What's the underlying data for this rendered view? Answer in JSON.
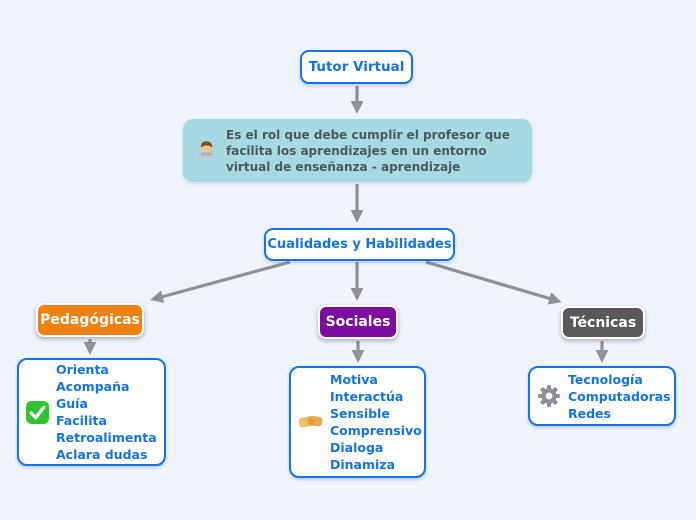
{
  "background_color": "#eff3fb",
  "colors": {
    "accent_blue": "#1473e6",
    "description_bg": "#a6d9e2",
    "description_text": "#4b5964",
    "connector_gray": "#909094",
    "check_green": "#2fc42f",
    "handshake_tan": "#eeb65e",
    "gear_gray": "#8b9096"
  },
  "root_node": {
    "label": "Tutor Virtual"
  },
  "description_node": {
    "icon": "technologist-emoji",
    "lines": [
      "Es el rol que debe cumplir el profesor que",
      "facilita los aprendizajes en un entorno",
      "virtual de enseñanza - aprendizaje"
    ]
  },
  "hub_node": {
    "label": "Cualidades y Habilidades"
  },
  "branches": [
    {
      "label": "Pedagógicas",
      "color": "#f0800f",
      "icon": "check-emoji",
      "items": [
        "Orienta",
        "Acompaña",
        "Guía",
        "Facilita",
        "Retroalimenta",
        "Aclara dudas"
      ]
    },
    {
      "label": "Sociales",
      "color": "#7c0d9f",
      "icon": "handshake-emoji",
      "items": [
        "Motiva",
        "Interactúa",
        "Sensible",
        "Comprensivo",
        "Dialoga",
        "Dinamiza"
      ]
    },
    {
      "label": "Técnicas",
      "color": "#59595c",
      "icon": "gear-icon",
      "items": [
        "Tecnología",
        "Computadoras",
        "Redes"
      ]
    }
  ]
}
